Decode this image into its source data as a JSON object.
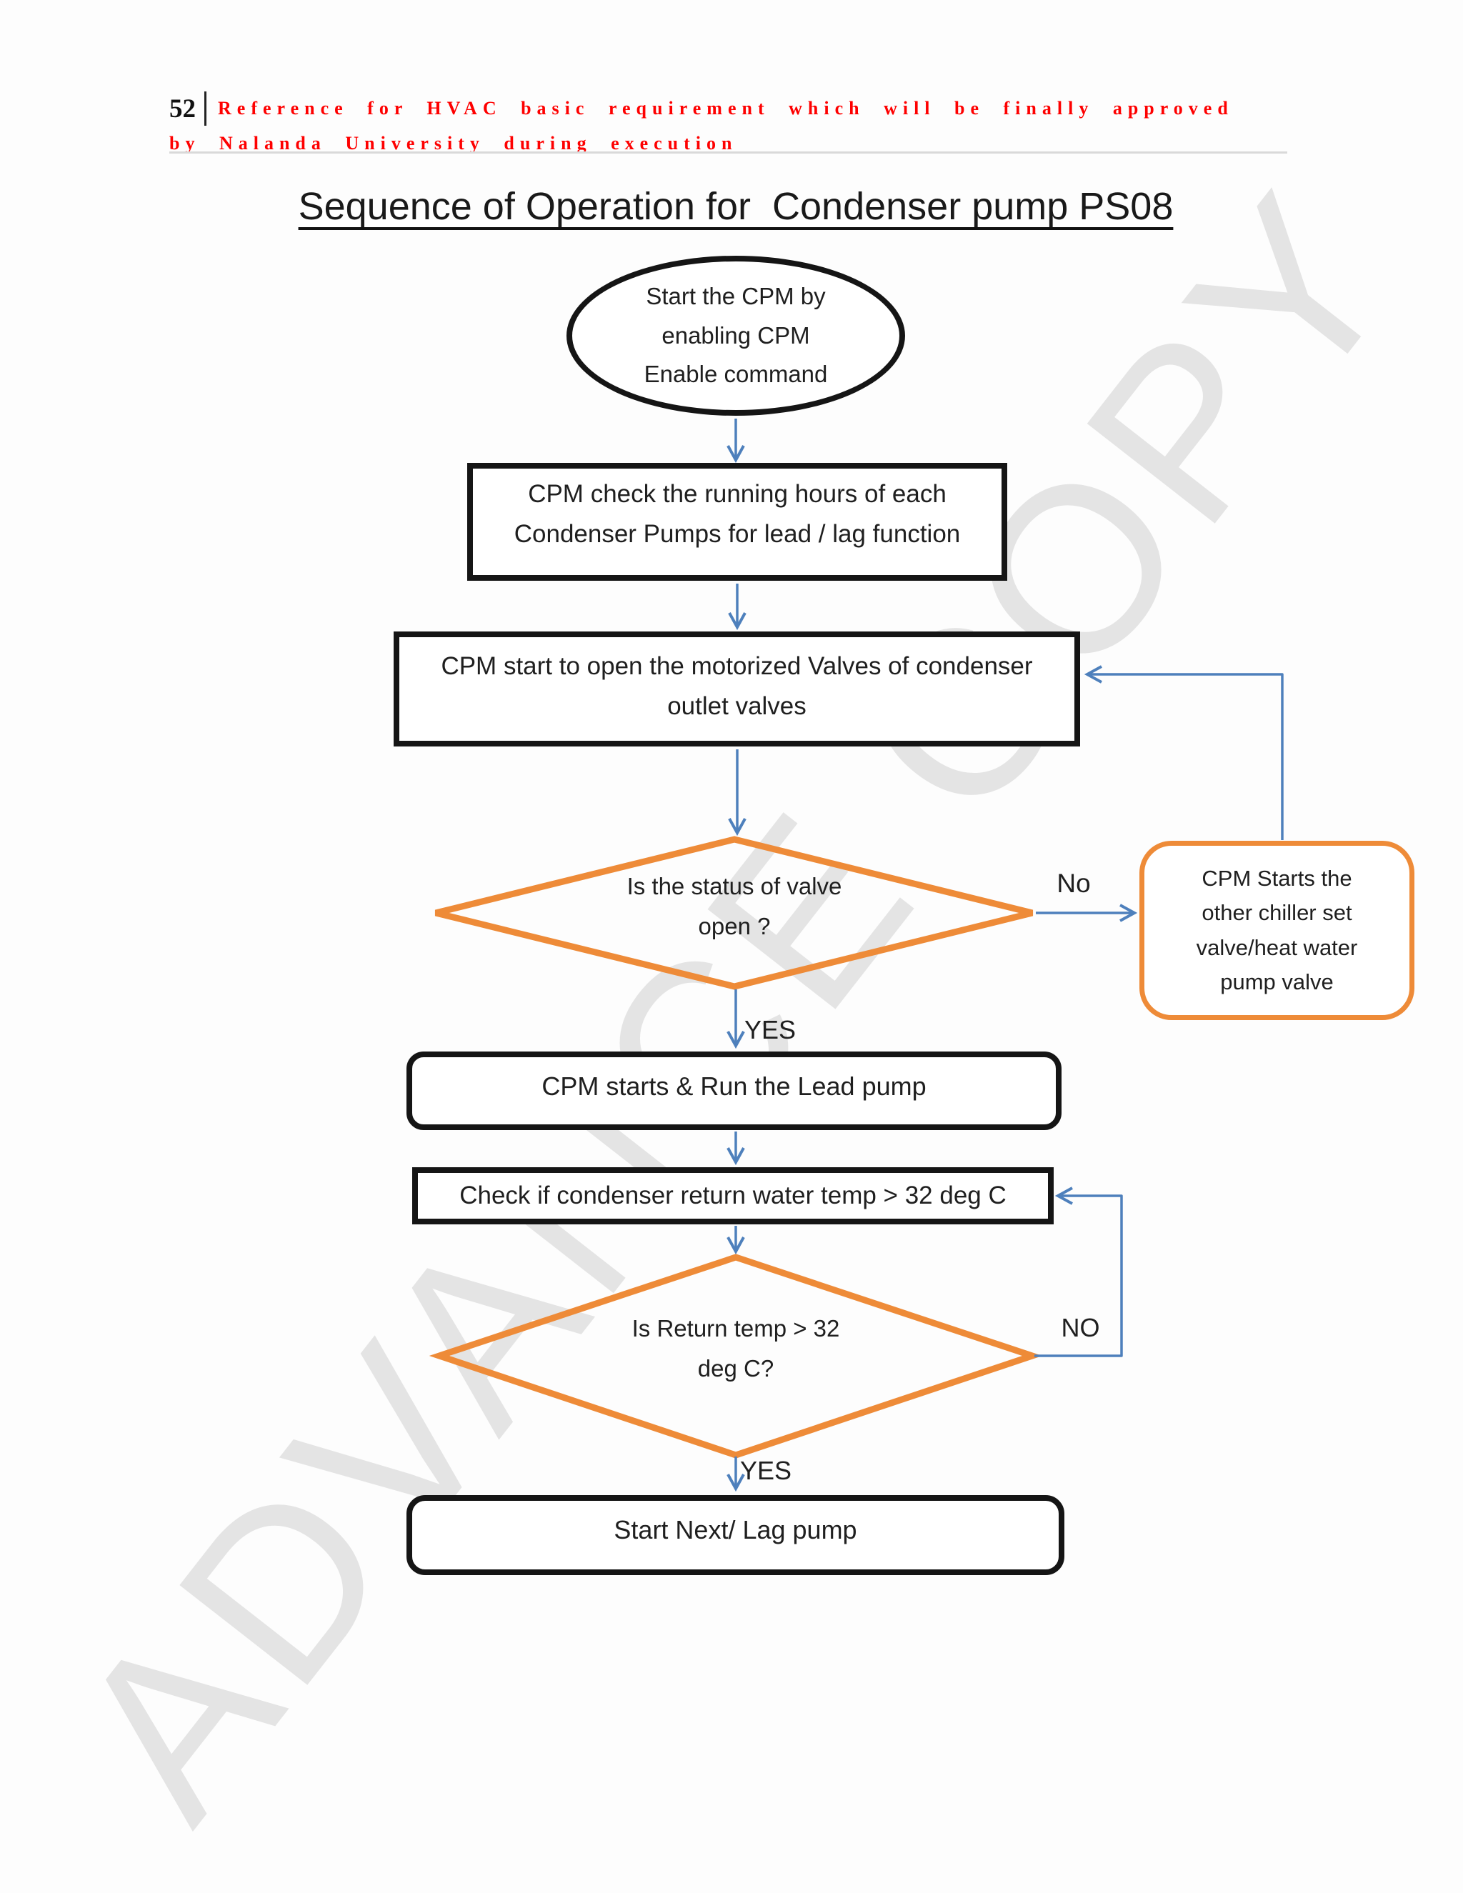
{
  "header": {
    "page_number": "52",
    "separator": "|",
    "line1": "Reference for HVAC basic requirement which will be finally approved",
    "line2": "by Nalanda University during execution"
  },
  "title": "Sequence of Operation for  Condenser pump PS08",
  "watermark": "ADVANCE COPY",
  "colors": {
    "connector_blue": "#4E80BC",
    "decision_orange": "#EE8B38",
    "header_red": "#FE0000",
    "watermark_gray": "#E4E4E4",
    "shape_border_black": "#151515"
  },
  "flowchart": {
    "start": {
      "lines": [
        "Start the CPM by",
        "enabling CPM",
        "Enable command"
      ]
    },
    "check_hours": {
      "lines": [
        "CPM check the running hours of each",
        "Condenser Pumps for lead / lag function"
      ]
    },
    "open_valves": {
      "lines": [
        "CPM start to open the motorized Valves of condenser",
        "outlet valves"
      ]
    },
    "valve_decision": {
      "lines": [
        "Is the status of valve",
        "open ?"
      ],
      "no_label": "No",
      "yes_label": "YES"
    },
    "other_chiller": {
      "lines": [
        "CPM Starts the",
        "other chiller set",
        "valve/heat water",
        "pump valve"
      ]
    },
    "run_lead": {
      "lines": [
        "CPM starts & Run the Lead pump"
      ]
    },
    "check_temp": {
      "lines": [
        "Check if condenser return water temp > 32 deg C"
      ]
    },
    "temp_decision": {
      "lines": [
        "Is Return temp > 32",
        "deg C?"
      ],
      "no_label": "NO",
      "yes_label": "YES"
    },
    "start_lag": {
      "lines": [
        "Start Next/ Lag pump"
      ]
    }
  }
}
